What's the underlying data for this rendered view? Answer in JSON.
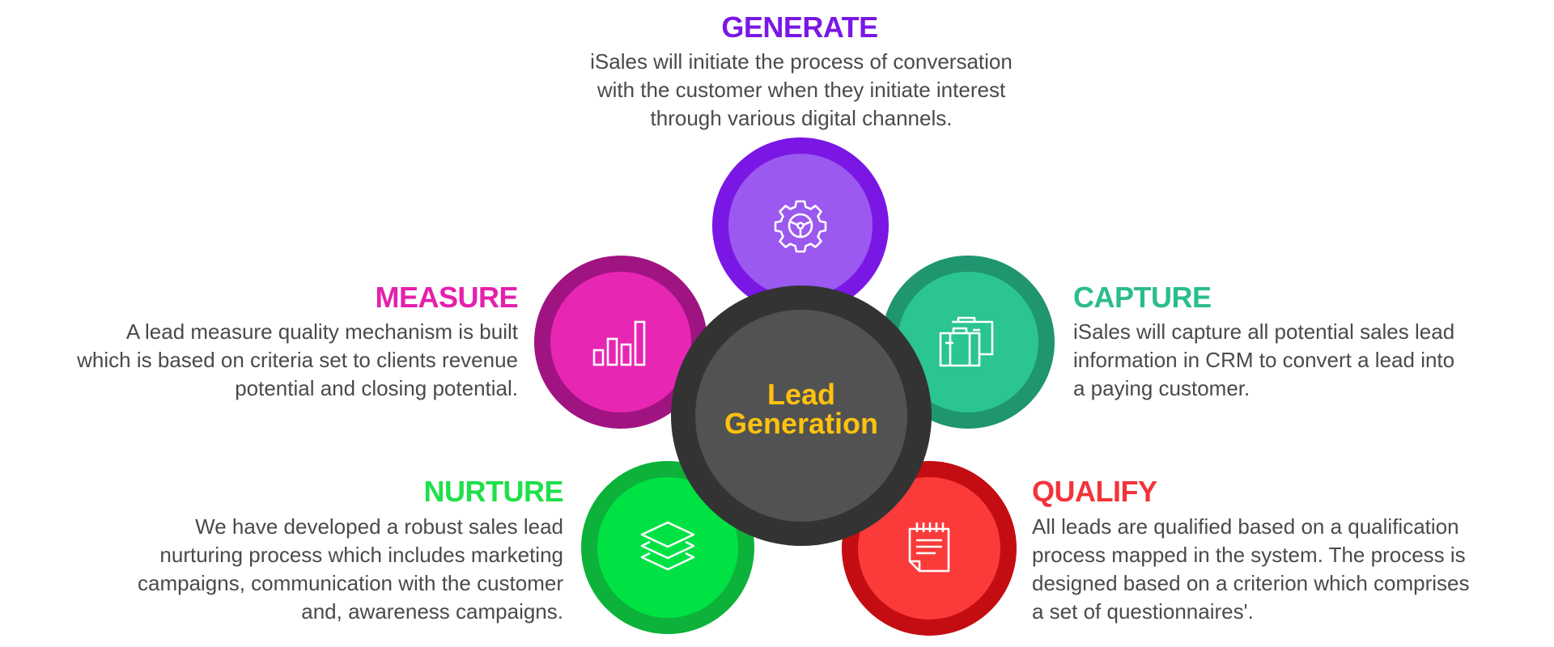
{
  "center": {
    "line1": "Lead",
    "line2": "Generation"
  },
  "steps": {
    "generate": {
      "title": "GENERATE",
      "line1": "iSales will initiate the process of conversation",
      "line2": "with the customer when they initiate interest",
      "line3": "through various digital channels.",
      "color": "#7a17e5",
      "icon": "steering-gear-icon"
    },
    "capture": {
      "title": "CAPTURE",
      "line1": "iSales will capture all potential sales lead",
      "line2": "information in CRM to convert a lead into",
      "line3": "a paying customer.",
      "color": "#2bbd8a",
      "icon": "briefcase-icon"
    },
    "measure": {
      "title": "MEASURE",
      "line1": "A lead measure quality mechanism is built",
      "line2": "which is based on criteria set to clients revenue",
      "line3": "potential and closing potential.",
      "color": "#e420ac",
      "icon": "bar-chart-icon"
    },
    "nurture": {
      "title": "NURTURE",
      "line1": "We have developed a robust sales lead",
      "line2": "nurturing process which includes marketing",
      "line3": "campaigns, communication with the customer",
      "line4": "and, awareness campaigns.",
      "color": "#1ee04a",
      "icon": "layers-icon"
    },
    "qualify": {
      "title": "QUALIFY",
      "line1": "All leads are qualified based on a qualification",
      "line2": "process mapped in the system. The process is",
      "line3": "designed based on a criterion which comprises",
      "line4": "a set of questionnaires'.",
      "color": "#f2343a",
      "icon": "notepad-icon"
    }
  },
  "colors": {
    "center_outer": "#333333",
    "center_inner": "#525252",
    "center_text": "#ffc20e",
    "generate_outer": "#7a17e5",
    "generate_inner": "#9b59f0",
    "capture_outer": "#1f9570",
    "capture_inner": "#2bc58f",
    "measure_outer": "#a01481",
    "measure_inner": "#e726b4",
    "nurture_outer": "#0db23a",
    "nurture_inner": "#00e244",
    "qualify_outer": "#c40d12",
    "qualify_inner": "#fb3a3a"
  }
}
